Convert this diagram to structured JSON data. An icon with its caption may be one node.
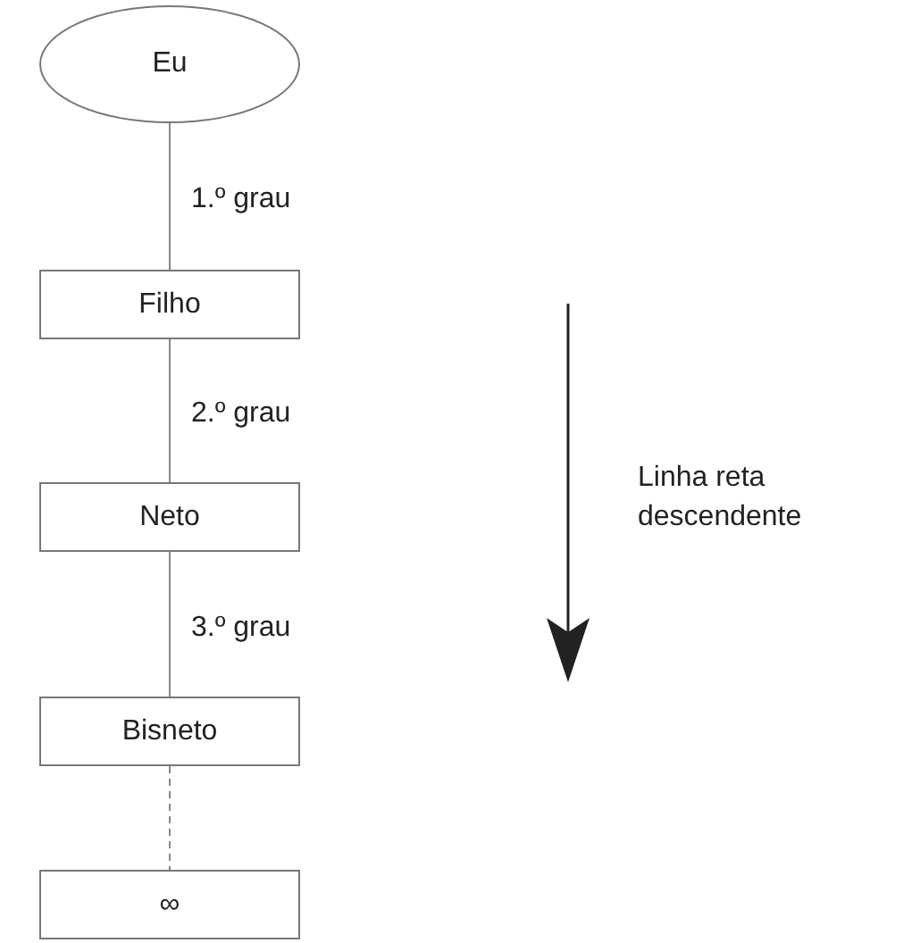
{
  "diagram": {
    "nodes": [
      {
        "text": [
          "Eu"
        ]
      },
      {
        "text": [
          "Filho"
        ]
      },
      {
        "text": [
          "Neto"
        ]
      },
      {
        "text": [
          "Bisneto"
        ]
      },
      {
        "text": [
          "∞"
        ]
      }
    ],
    "edges": [
      {
        "from": 0,
        "to": 1,
        "arrow": "none",
        "label": "1.º grau"
      },
      {
        "from": 1,
        "to": 2,
        "arrow": "none",
        "label": "2.º grau"
      },
      {
        "from": 2,
        "to": 3,
        "arrow": "none",
        "label": "3.º grau"
      },
      {
        "from": 3,
        "to": 4,
        "arrow": "none",
        "style": "dashed"
      }
    ],
    "labels": [
      "Linha reta descendente"
    ]
  }
}
